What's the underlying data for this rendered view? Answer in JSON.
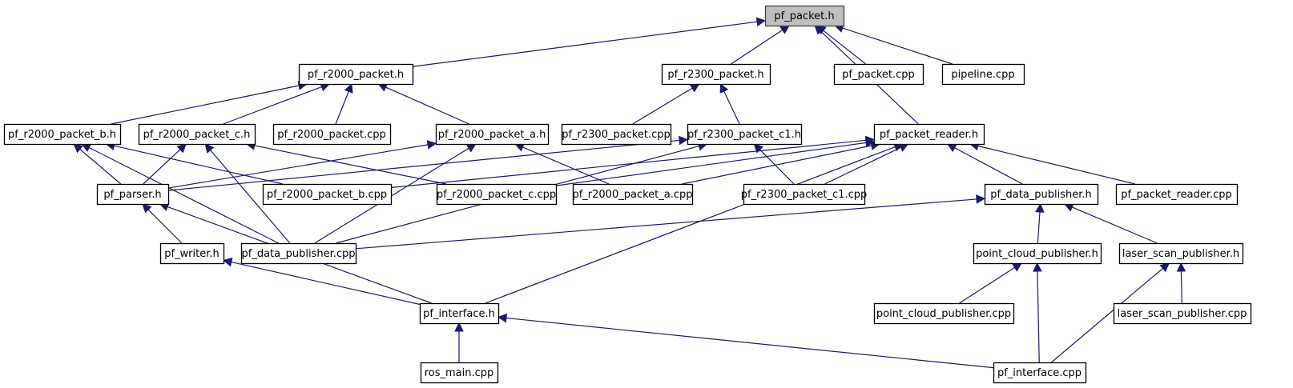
{
  "diagram": {
    "type": "include-dependency-graph",
    "colors": {
      "edge": "#191970",
      "root_fill": "#bfbfbf",
      "node_fill": "#ffffff",
      "node_border": "#000000"
    },
    "nodes": [
      {
        "id": "pf_packet_h",
        "label": "pf_packet.h",
        "root": true
      },
      {
        "id": "pf_r2000_packet_h",
        "label": "pf_r2000_packet.h"
      },
      {
        "id": "pf_r2300_packet_h",
        "label": "pf_r2300_packet.h"
      },
      {
        "id": "pf_packet_cpp",
        "label": "pf_packet.cpp"
      },
      {
        "id": "pipeline_cpp",
        "label": "pipeline.cpp"
      },
      {
        "id": "pf_r2000_packet_b_h",
        "label": "pf_r2000_packet_b.h"
      },
      {
        "id": "pf_r2000_packet_c_h",
        "label": "pf_r2000_packet_c.h"
      },
      {
        "id": "pf_r2000_packet_cpp",
        "label": "pf_r2000_packet.cpp"
      },
      {
        "id": "pf_r2000_packet_a_h",
        "label": "pf_r2000_packet_a.h"
      },
      {
        "id": "pf_r2300_packet_cpp",
        "label": "pf_r2300_packet.cpp"
      },
      {
        "id": "pf_r2300_packet_c1_h",
        "label": "pf_r2300_packet_c1.h"
      },
      {
        "id": "pf_packet_reader_h",
        "label": "pf_packet_reader.h"
      },
      {
        "id": "pf_parser_h",
        "label": "pf_parser.h"
      },
      {
        "id": "pf_r2000_packet_b_cpp",
        "label": "pf_r2000_packet_b.cpp"
      },
      {
        "id": "pf_r2000_packet_c_cpp",
        "label": "pf_r2000_packet_c.cpp"
      },
      {
        "id": "pf_r2000_packet_a_cpp",
        "label": "pf_r2000_packet_a.cpp"
      },
      {
        "id": "pf_r2300_packet_c1_cpp",
        "label": "pf_r2300_packet_c1.cpp"
      },
      {
        "id": "pf_data_publisher_h",
        "label": "pf_data_publisher.h"
      },
      {
        "id": "pf_packet_reader_cpp",
        "label": "pf_packet_reader.cpp"
      },
      {
        "id": "pf_writer_h",
        "label": "pf_writer.h"
      },
      {
        "id": "pf_data_publisher_cpp",
        "label": "pf_data_publisher.cpp"
      },
      {
        "id": "point_cloud_publisher_h",
        "label": "point_cloud_publisher.h"
      },
      {
        "id": "laser_scan_publisher_h",
        "label": "laser_scan_publisher.h"
      },
      {
        "id": "pf_interface_h",
        "label": "pf_interface.h"
      },
      {
        "id": "point_cloud_publisher_cpp",
        "label": "point_cloud_publisher.cpp"
      },
      {
        "id": "laser_scan_publisher_cpp",
        "label": "laser_scan_publisher.cpp"
      },
      {
        "id": "ros_main_cpp",
        "label": "ros_main.cpp"
      },
      {
        "id": "pf_interface_cpp",
        "label": "pf_interface.cpp"
      }
    ],
    "edges": [
      {
        "from": "pf_r2000_packet_h",
        "to": "pf_packet_h"
      },
      {
        "from": "pf_r2300_packet_h",
        "to": "pf_packet_h"
      },
      {
        "from": "pf_packet_cpp",
        "to": "pf_packet_h"
      },
      {
        "from": "pipeline_cpp",
        "to": "pf_packet_h"
      },
      {
        "from": "pf_packet_reader_h",
        "to": "pf_packet_h"
      },
      {
        "from": "pf_r2000_packet_b_h",
        "to": "pf_r2000_packet_h"
      },
      {
        "from": "pf_r2000_packet_c_h",
        "to": "pf_r2000_packet_h"
      },
      {
        "from": "pf_r2000_packet_cpp",
        "to": "pf_r2000_packet_h"
      },
      {
        "from": "pf_r2000_packet_a_h",
        "to": "pf_r2000_packet_h"
      },
      {
        "from": "pf_r2300_packet_cpp",
        "to": "pf_r2300_packet_h"
      },
      {
        "from": "pf_r2300_packet_c1_h",
        "to": "pf_r2300_packet_h"
      },
      {
        "from": "pf_parser_h",
        "to": "pf_r2000_packet_b_h"
      },
      {
        "from": "pf_r2000_packet_b_cpp",
        "to": "pf_r2000_packet_b_h"
      },
      {
        "from": "pf_data_publisher_cpp",
        "to": "pf_r2000_packet_b_h"
      },
      {
        "from": "pf_parser_h",
        "to": "pf_r2000_packet_c_h"
      },
      {
        "from": "pf_r2000_packet_c_cpp",
        "to": "pf_r2000_packet_c_h"
      },
      {
        "from": "pf_data_publisher_cpp",
        "to": "pf_r2000_packet_c_h"
      },
      {
        "from": "pf_parser_h",
        "to": "pf_r2000_packet_a_h"
      },
      {
        "from": "pf_r2000_packet_a_cpp",
        "to": "pf_r2000_packet_a_h"
      },
      {
        "from": "pf_data_publisher_cpp",
        "to": "pf_r2000_packet_a_h"
      },
      {
        "from": "pf_parser_h",
        "to": "pf_r2300_packet_c1_h"
      },
      {
        "from": "pf_r2300_packet_c1_cpp",
        "to": "pf_r2300_packet_c1_h"
      },
      {
        "from": "pf_data_publisher_cpp",
        "to": "pf_r2300_packet_c1_h"
      },
      {
        "from": "pf_r2000_packet_b_cpp",
        "to": "pf_packet_reader_h"
      },
      {
        "from": "pf_r2000_packet_c_cpp",
        "to": "pf_packet_reader_h"
      },
      {
        "from": "pf_r2000_packet_a_cpp",
        "to": "pf_packet_reader_h"
      },
      {
        "from": "pf_r2300_packet_c1_cpp",
        "to": "pf_packet_reader_h"
      },
      {
        "from": "pf_data_publisher_h",
        "to": "pf_packet_reader_h"
      },
      {
        "from": "pf_packet_reader_cpp",
        "to": "pf_packet_reader_h"
      },
      {
        "from": "pf_interface_h",
        "to": "pf_packet_reader_h"
      },
      {
        "from": "pf_writer_h",
        "to": "pf_parser_h"
      },
      {
        "from": "pf_interface_h",
        "to": "pf_parser_h"
      },
      {
        "from": "pf_data_publisher_cpp",
        "to": "pf_data_publisher_h"
      },
      {
        "from": "point_cloud_publisher_h",
        "to": "pf_data_publisher_h"
      },
      {
        "from": "laser_scan_publisher_h",
        "to": "pf_data_publisher_h"
      },
      {
        "from": "pf_interface_h",
        "to": "pf_writer_h"
      },
      {
        "from": "point_cloud_publisher_cpp",
        "to": "point_cloud_publisher_h"
      },
      {
        "from": "pf_interface_cpp",
        "to": "point_cloud_publisher_h"
      },
      {
        "from": "laser_scan_publisher_cpp",
        "to": "laser_scan_publisher_h"
      },
      {
        "from": "pf_interface_cpp",
        "to": "laser_scan_publisher_h"
      },
      {
        "from": "ros_main_cpp",
        "to": "pf_interface_h"
      },
      {
        "from": "pf_interface_cpp",
        "to": "pf_interface_h"
      }
    ]
  }
}
